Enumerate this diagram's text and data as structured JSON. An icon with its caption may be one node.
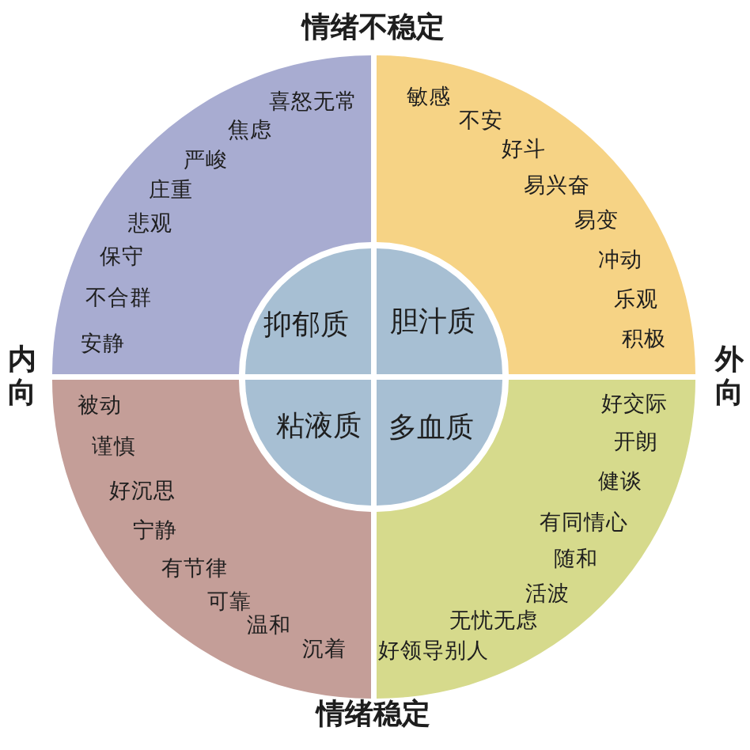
{
  "diagram": {
    "nodes": [
      {
        "text": [
          "喜怒无常",
          "焦虑",
          "严峻",
          "庄重",
          "悲观",
          "保守",
          "不合群",
          "安静"
        ]
      },
      {
        "text": [
          "抑郁质"
        ],
        "in": 0
      },
      {
        "text": [
          "敏感",
          "不安",
          "好斗",
          "易兴奋",
          "易变",
          "冲动",
          "乐观",
          "积极"
        ]
      },
      {
        "text": [
          "胆汁质"
        ],
        "in": 2
      },
      {
        "text": [
          "被动",
          "谨慎",
          "好沉思",
          "宁静",
          "有节律",
          "可靠",
          "温和",
          "沉着"
        ]
      },
      {
        "text": [
          "粘液质"
        ],
        "in": 4
      },
      {
        "text": [
          "好交际",
          "开朗",
          "健谈",
          "有同情心",
          "随和",
          "活波",
          "无忧无虑",
          "好领导别人"
        ]
      },
      {
        "text": [
          "多血质"
        ],
        "in": 6
      }
    ],
    "labels": [
      "情绪不稳定",
      "内向",
      "外向",
      "情绪稳定"
    ]
  }
}
